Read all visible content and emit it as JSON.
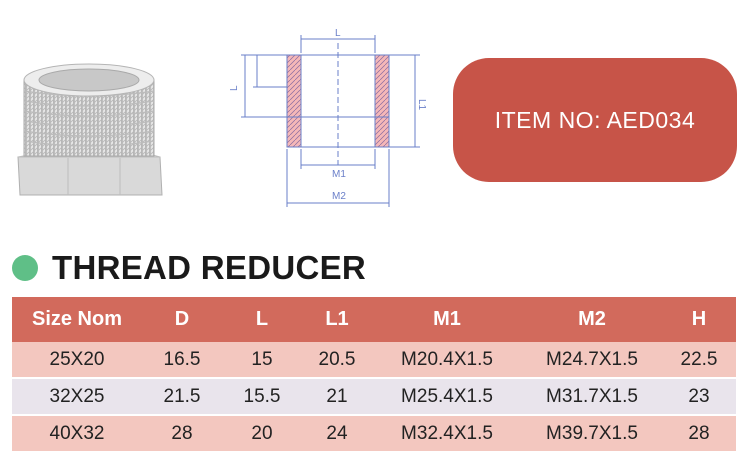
{
  "item_box": {
    "text": "ITEM NO: AED034"
  },
  "section": {
    "title": "THREAD REDUCER"
  },
  "drawing": {
    "labels": {
      "top": "L",
      "left": "L",
      "right": "L1",
      "bottom_inner": "M1",
      "bottom_outer": "M2"
    }
  },
  "table": {
    "headers": [
      "Size Nom",
      "D",
      "L",
      "L1",
      "M1",
      "M2",
      "H"
    ],
    "rows": [
      [
        "25X20",
        "16.5",
        "15",
        "20.5",
        "M20.4X1.5",
        "M24.7X1.5",
        "22.5"
      ],
      [
        "32X25",
        "21.5",
        "15.5",
        "21",
        "M25.4X1.5",
        "M31.7X1.5",
        "23"
      ],
      [
        "40X32",
        "28",
        "20",
        "24",
        "M32.4X1.5",
        "M39.7X1.5",
        "28"
      ]
    ]
  },
  "colors": {
    "item_box_bg": "#c75448",
    "header_bg": "#d26a5c",
    "row_odd_bg": "#f3c7bf",
    "row_even_bg": "#e9e4ec",
    "bullet": "#5fbf87"
  }
}
